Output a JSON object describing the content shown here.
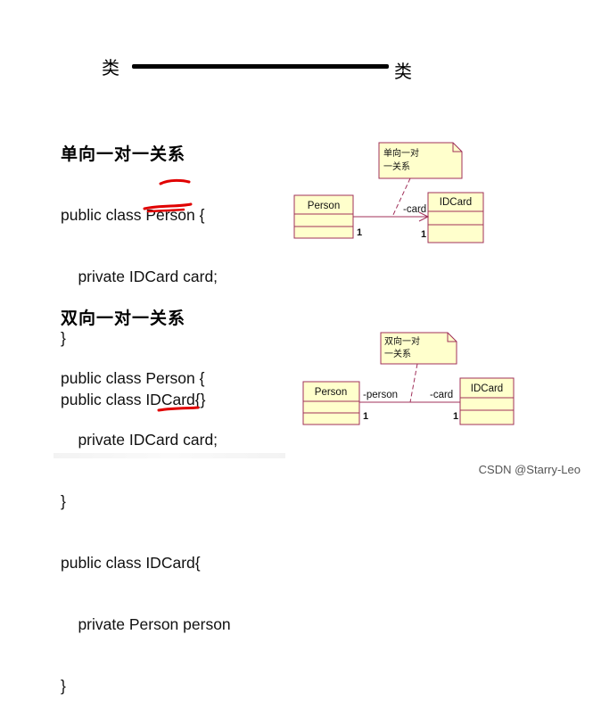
{
  "top": {
    "left_label": "类",
    "right_label": "类"
  },
  "section1": {
    "title": "单向一对一关系",
    "code": [
      "public class Person {",
      "    private IDCard card;",
      "}",
      "public class IDCard{}"
    ],
    "uml": {
      "note_line1": "单向一对",
      "note_line2": "一关系",
      "class_left": "Person",
      "class_right": "IDCard",
      "role_right": "-card",
      "mult_left": "1",
      "mult_right": "1"
    }
  },
  "section2": {
    "title": "双向一对一关系",
    "code": [
      "public class Person {",
      "    private IDCard card;",
      "}",
      "public class IDCard{",
      "    private Person person",
      "}"
    ],
    "uml": {
      "note_line1": "双向一对",
      "note_line2": "一关系",
      "class_left": "Person",
      "class_right": "IDCard",
      "role_left": "-person",
      "role_right": "-card",
      "mult_left": "1",
      "mult_right": "1"
    }
  },
  "watermark": "CSDN @Starry-Leo",
  "colors": {
    "uml_fill": "#ffffcc",
    "uml_stroke": "#a0305a",
    "highlight": "#e00000"
  }
}
